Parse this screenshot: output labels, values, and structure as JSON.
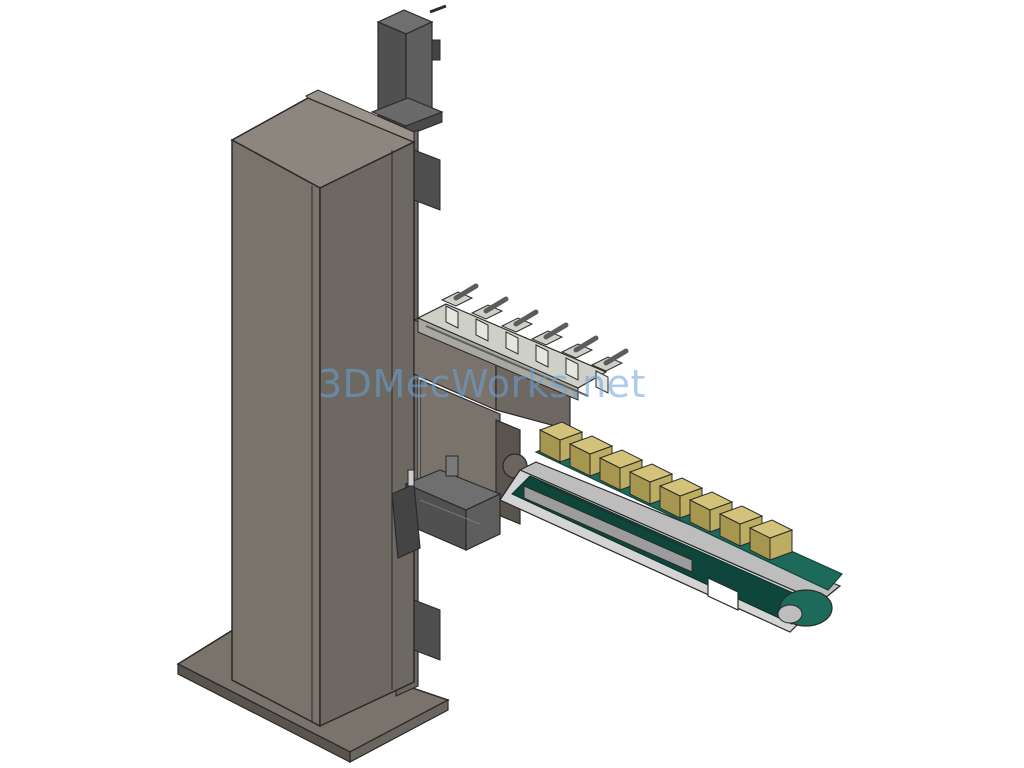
{
  "watermark": {
    "text": "3DMecWorks.net"
  },
  "colors": {
    "frame": "#7a736c",
    "frame_light": "#8d867f",
    "frame_dark": "#5a544f",
    "outline": "#2a2a2a",
    "motor": "#555555",
    "motor_light": "#6f6f6f",
    "gripper": "#cfcfc8",
    "gripper_dark": "#5c5c5c",
    "belt": "#1d6a5a",
    "belt_dark": "#0f463b",
    "conveyor_frame": "#bdbdbd",
    "product": "#d2c27a",
    "product_dark": "#a7964f",
    "watermark": "#6aa3d8"
  },
  "icons": [
    "servo-motor-icon",
    "gripper-icon",
    "conveyor-icon",
    "product-block-icon"
  ],
  "products": {
    "count": 8
  },
  "grippers": {
    "count": 6
  }
}
